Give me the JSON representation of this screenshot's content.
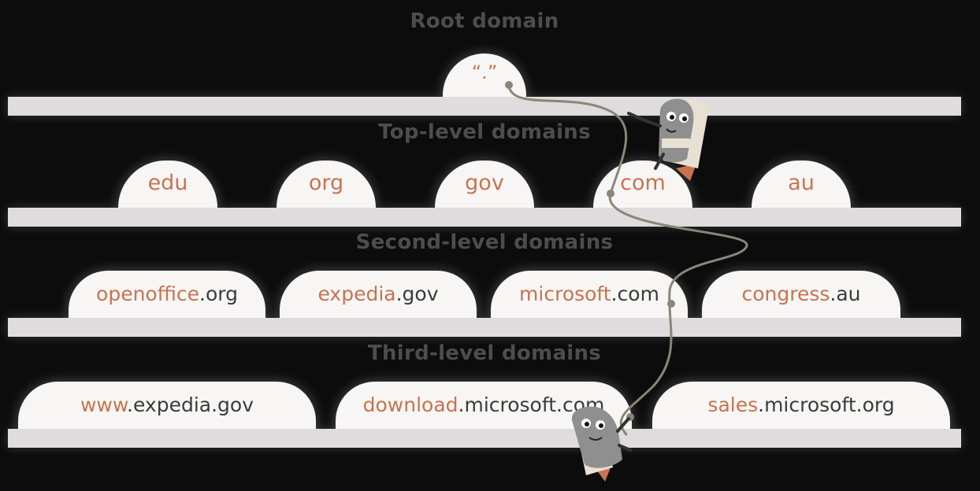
{
  "levels": {
    "root": "Root domain",
    "tld": "Top-level domains",
    "sld": "Second-level domains",
    "third": "Third-level domains"
  },
  "root_node": "“.”",
  "tlds": [
    "edu",
    "org",
    "gov",
    "com",
    "au"
  ],
  "slds": [
    {
      "prefix": "openoffice",
      "suffix": ".org"
    },
    {
      "prefix": "expedia",
      "suffix": ".gov"
    },
    {
      "prefix": "microsoft",
      "suffix": ".com"
    },
    {
      "prefix": "congress",
      "suffix": ".au"
    }
  ],
  "thirds": [
    {
      "prefix": "www",
      "suffix": ".expedia.gov"
    },
    {
      "prefix": "download",
      "suffix": ".microsoft.com"
    },
    {
      "prefix": "sales",
      "suffix": ".microsoft.org"
    }
  ],
  "colors": {
    "background": "#0d0c0c",
    "shelf": "#dedcdc",
    "node": "#f7f6f5",
    "accent": "#c8734f",
    "title": "#4d4d4d",
    "rope": "#8a8678"
  }
}
